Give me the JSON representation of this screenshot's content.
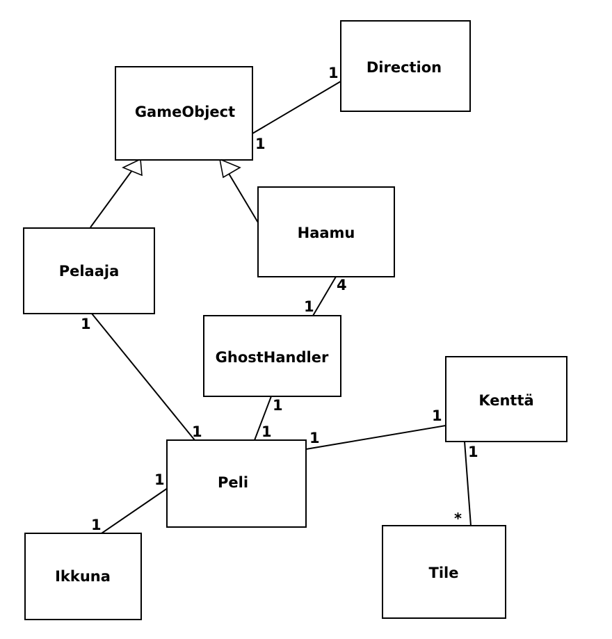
{
  "classes": {
    "gameobject": "GameObject",
    "direction": "Direction",
    "pelaaja": "Pelaaja",
    "haamu": "Haamu",
    "ghosthandler": "GhostHandler",
    "kentta": "Kenttä",
    "peli": "Peli",
    "ikkuna": "Ikkuna",
    "tile": "Tile"
  },
  "associations": {
    "gameobject_direction": {
      "gameobject_end": "1",
      "direction_end": "1"
    },
    "haamu_ghosthandler": {
      "haamu_end": "4",
      "ghosthandler_end": "1"
    },
    "pelaaja_peli": {
      "pelaaja_end": "1",
      "peli_end": "1"
    },
    "ghosthandler_peli": {
      "ghosthandler_end": "1",
      "peli_end": "1"
    },
    "peli_kentta": {
      "peli_end": "1",
      "kentta_end": "1"
    },
    "kentta_tile": {
      "kentta_end": "1",
      "tile_end": "*"
    },
    "peli_ikkuna": {
      "peli_end": "1",
      "ikkuna_end": "1"
    }
  },
  "generalizations": [
    {
      "child": "Pelaaja",
      "parent": "GameObject"
    },
    {
      "child": "Haamu",
      "parent": "GameObject"
    }
  ]
}
